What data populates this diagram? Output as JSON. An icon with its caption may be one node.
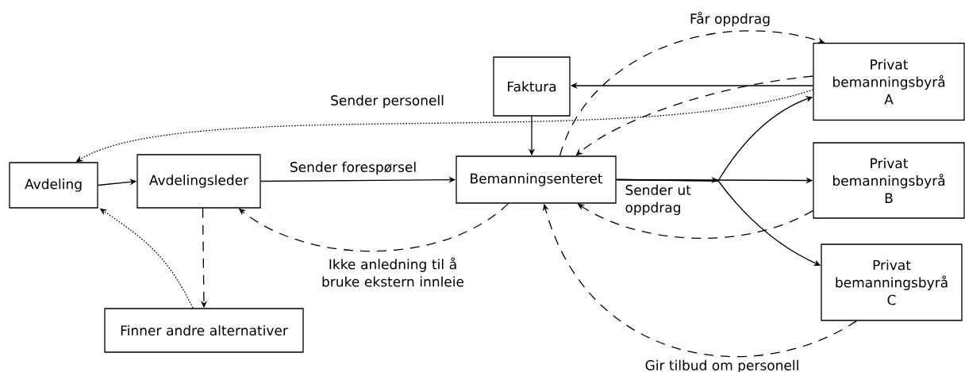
{
  "diagram": {
    "nodes": [
      {
        "text": [
          "Avdeling"
        ]
      },
      {
        "text": [
          "Avdelingsleder"
        ]
      },
      {
        "text": [
          "Bemanningsenteret"
        ]
      },
      {
        "text": [
          "Faktura"
        ]
      },
      {
        "text": [
          "Privat bemanningsbyrå A"
        ]
      },
      {
        "text": [
          "Privat bemanningsbyrå B"
        ]
      },
      {
        "text": [
          "Privat bemanningsbyrå C"
        ]
      },
      {
        "text": [
          "Finner andre alternativer"
        ]
      }
    ],
    "edges": [
      {
        "from": 0,
        "to": 1,
        "arrow": "to"
      },
      {
        "from": 1,
        "to": 2,
        "arrow": "to",
        "label": "Sender forespørsel"
      },
      {
        "from": 2,
        "to": 4,
        "arrow": "to",
        "label": "Sender ut oppdrag"
      },
      {
        "from": 2,
        "to": 5,
        "arrow": "to"
      },
      {
        "from": 2,
        "to": 6,
        "arrow": "to"
      },
      {
        "from": 2,
        "to": 4,
        "arrow": "to",
        "style": "dashed",
        "label": "Får oppdrag"
      },
      {
        "from": 4,
        "to": 2,
        "arrow": "to",
        "style": "dashed"
      },
      {
        "from": 4,
        "to": 3,
        "arrow": "to"
      },
      {
        "from": 3,
        "to": 2,
        "arrow": "to"
      },
      {
        "from": 4,
        "to": 0,
        "arrow": "to",
        "style": "dashed",
        "label": "Sender personell"
      },
      {
        "from": 5,
        "to": 2,
        "arrow": "to",
        "style": "dashed"
      },
      {
        "from": 6,
        "to": 2,
        "arrow": "to",
        "style": "dashed",
        "label": "Gir tilbud om personell"
      },
      {
        "from": 2,
        "to": 1,
        "arrow": "to",
        "style": "dashed",
        "label": "Ikke anledning til å bruke ekstern innleie"
      },
      {
        "from": 1,
        "to": 7,
        "arrow": "to",
        "style": "dashed"
      },
      {
        "from": 7,
        "to": 0,
        "arrow": "to",
        "style": "dashed"
      }
    ]
  }
}
